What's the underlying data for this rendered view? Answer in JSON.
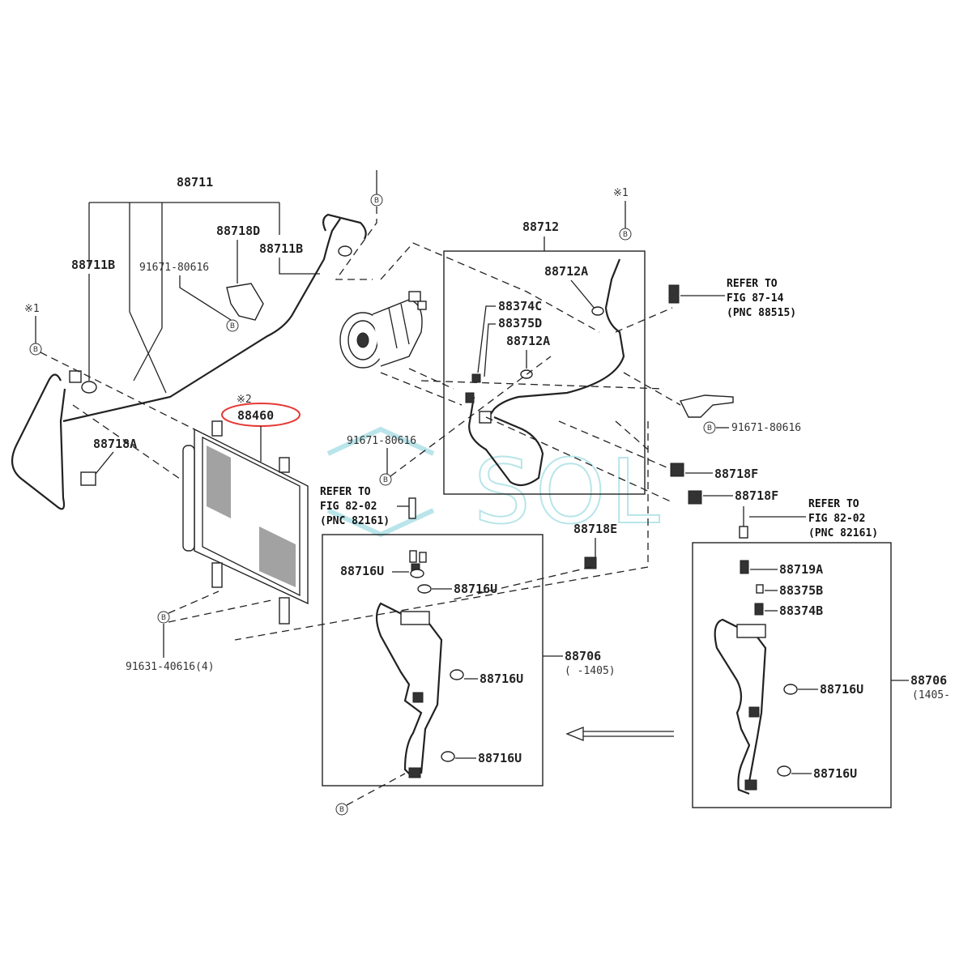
{
  "labels": {
    "p88711": "88711",
    "p88711B_left": "88711B",
    "p88711B_right": "88711B",
    "p88718D": "88718D",
    "p91671_left": "91671-80616",
    "p88718A": "88718A",
    "p88460": "88460",
    "p88460_mark": "※2",
    "p88712": "88712",
    "p88712A_top": "88712A",
    "p88374C": "88374C",
    "p88375D": "88375D",
    "p88712A_mid": "88712A",
    "p91671_center": "91671-80616",
    "p91671_right": "91671-80616",
    "p88718F_1": "88718F",
    "p88718F_2": "88718F",
    "p88718E": "88718E",
    "p88716U_a": "88716U",
    "p88716U_b": "88716U",
    "p88716U_c": "88716U",
    "p88716U_d": "88716U",
    "p88716U_e": "88716U",
    "p88716U_f": "88716U",
    "p88706_left": "88706",
    "p88706_left_range": "(     -1405)",
    "p88706_right": "88706",
    "p88706_right_range": "(1405-",
    "p88719A": "88719A",
    "p88375B": "88375B",
    "p88374B": "88374B",
    "p91631": "91631-40616(4)",
    "mark1_left": "※1",
    "mark1_right": "※1",
    "ref_87_line1": "REFER TO",
    "ref_87_line2": "FIG 87-14",
    "ref_87_line3": "(PNC 88515)",
    "ref_82a_line1": "REFER TO",
    "ref_82a_line2": "FIG 82-02",
    "ref_82a_line3": "(PNC 82161)",
    "ref_82b_line1": "REFER TO",
    "ref_82b_line2": "FIG 82-02",
    "ref_82b_line3": "(PNC 82161)",
    "b_marker": "B"
  },
  "watermark": "SOL",
  "colors": {
    "highlight": "#e53935",
    "watermark": "#7fd0d8",
    "ink": "#222222"
  }
}
